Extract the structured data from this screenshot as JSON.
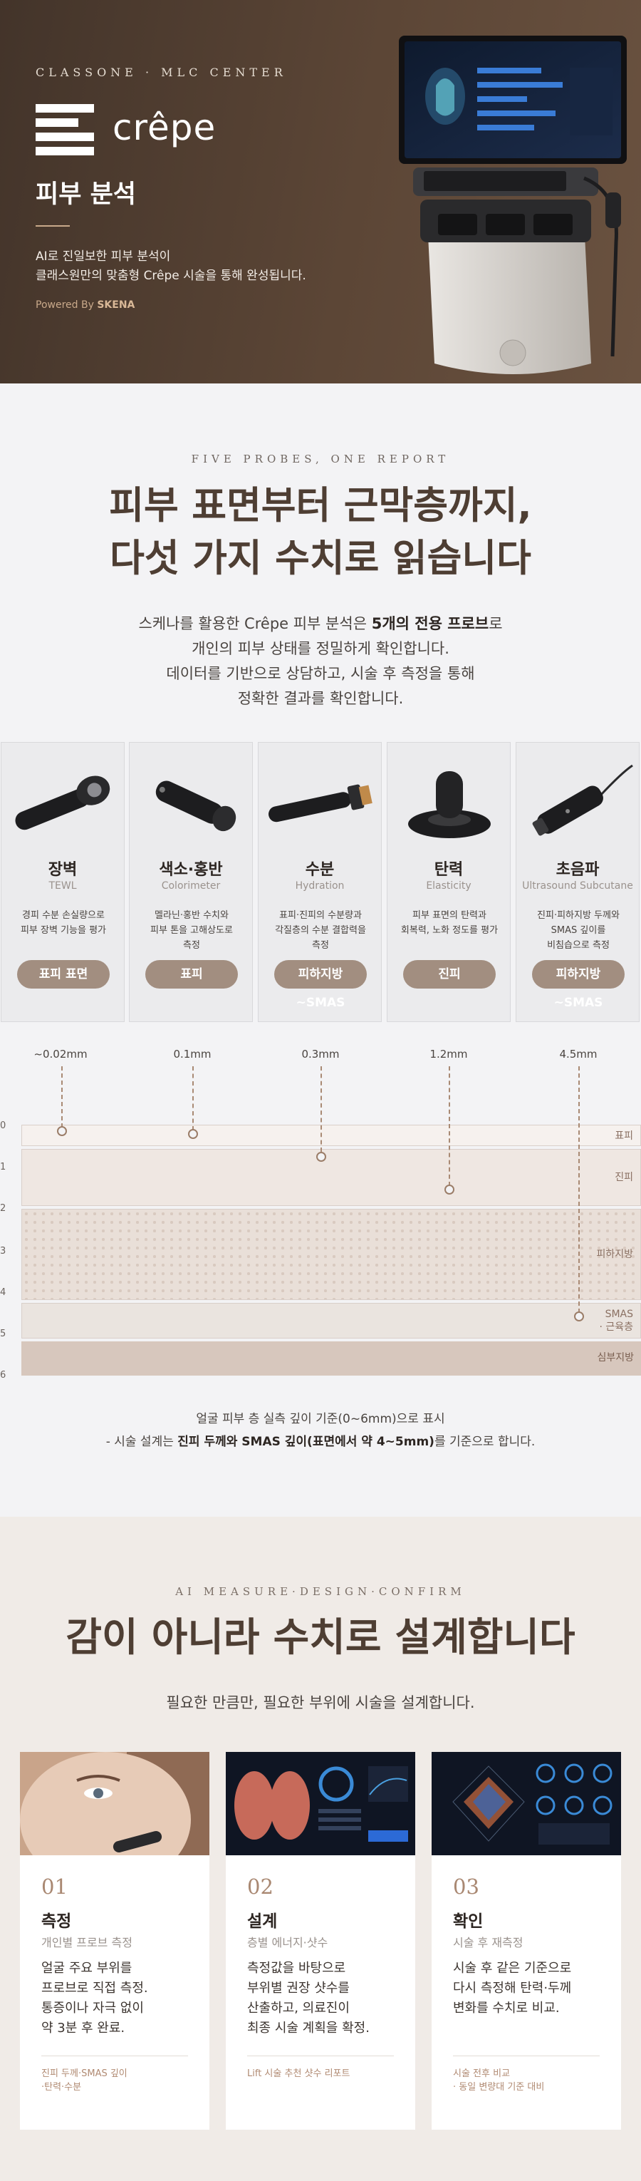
{
  "hero": {
    "eyebrow": "CLASSONE · MLC CENTER",
    "logo_word": "crêpe",
    "title": "피부 분석",
    "subtitle_line1": "AI로 진일보한 피부 분석이",
    "subtitle_line2": "클래스원만의 맞춤형 Crêpe 시술을 통해 완성됩니다.",
    "powered_prefix": "Powered By",
    "powered_brand": "SKENA"
  },
  "probes_section": {
    "eyebrow": "FIVE PROBES, ONE REPORT",
    "headline_line1": "피부 표면부터 근막층까지,",
    "headline_line2": "다섯 가지 수치로 읽습니다",
    "lead_line1_pre": "스케나를 활용한 Crêpe 피부 분석은 ",
    "lead_line1_bold": "5개의 전용 프로브",
    "lead_line1_post": "로",
    "lead_line2": "개인의 피부 상태를 정밀하게 확인합니다.",
    "lead_line3": "데이터를 기반으로 상담하고, 시술 후 측정을 통해",
    "lead_line4": "정확한 결과를 확인합니다.",
    "probes": [
      {
        "name": "장벽",
        "en": "TEWL",
        "desc1": "경피 수분 손실량으로",
        "desc2": "피부 장벽 기능을 평가",
        "desc3": "",
        "pill": "표피 표면"
      },
      {
        "name": "색소·홍반",
        "en": "Colorimeter",
        "desc1": "멜라닌·홍반 수치와",
        "desc2": "피부 톤을 고해상도로",
        "desc3": "측정",
        "pill": "표피"
      },
      {
        "name": "수분",
        "en": "Hydration",
        "desc1": "표피·진피의 수분량과",
        "desc2": "각질층의 수분 결합력을",
        "desc3": "측정",
        "pill": "피하지방~SMAS"
      },
      {
        "name": "탄력",
        "en": "Elasticity",
        "desc1": "피부 표면의 탄력과",
        "desc2": "회복력, 노화 정도를 평가",
        "desc3": "",
        "pill": "진피"
      },
      {
        "name": "초음파",
        "en": "Ultrasound Subcutane",
        "desc1": "진피·피하지방 두께와",
        "desc2": "SMAS 깊이를",
        "desc3": "비침습으로 측정",
        "pill": "피하지방~SMAS"
      }
    ],
    "depth": {
      "labels": [
        "~0.02mm",
        "0.1mm",
        "0.3mm",
        "1.2mm",
        "4.5mm"
      ],
      "ticks": [
        "0",
        "1",
        "2",
        "3",
        "4",
        "5",
        "6"
      ],
      "layers": [
        "표피",
        "진피",
        "피하지방",
        "SMAS",
        "· 근육층",
        "심부지방"
      ],
      "note1": "얼굴 피부 층 실측 깊이 기준(0~6mm)으로 표시",
      "note2_pre": "- 시술 설계는 ",
      "note2_bold": "진피 두께와 SMAS 깊이(표면에서 약 4~5mm)",
      "note2_post": "를 기준으로 합니다."
    }
  },
  "design_section": {
    "eyebrow": "AI MEASURE·DESIGN·CONFIRM",
    "headline": "감이 아니라 수치로 설계합니다",
    "lead": "필요한 만큼만, 필요한 부위에 시술을 설계합니다.",
    "cards": [
      {
        "num": "01",
        "title": "측정",
        "subtitle": "개인별 프로브 측정",
        "text1": "얼굴 주요 부위를",
        "text2": "프로브로 직접 측정.",
        "text3": "통증이나 자극 없이",
        "text4": "약 3분 후 완료.",
        "foot1": "진피 두께·SMAS 깊이",
        "foot2": "·탄력·수분"
      },
      {
        "num": "02",
        "title": "설계",
        "subtitle": "층별 에너지·샷수",
        "text1": "측정값을 바탕으로",
        "text2": "부위별 권장 샷수를",
        "text3": "산출하고, 의료진이",
        "text4": "최종 시술 계획을 확정.",
        "foot1": "Lift 시술 추천 샷수 리포트",
        "foot2": ""
      },
      {
        "num": "03",
        "title": "확인",
        "subtitle": "시술 후 재측정",
        "text1": "시술 후 같은 기준으로",
        "text2": "다시 측정해 탄력·두께",
        "text3": "변화를 수치로 비교.",
        "text4": "",
        "foot1": "시술 전후 비교",
        "foot2": "· 동일 변량대 기준 대비"
      }
    ]
  },
  "colors": {
    "hero_bg": "#4f3c2f",
    "accent": "#a28e80",
    "title_brown": "#4e3e33",
    "section3_bg": "#f0ebe7"
  }
}
